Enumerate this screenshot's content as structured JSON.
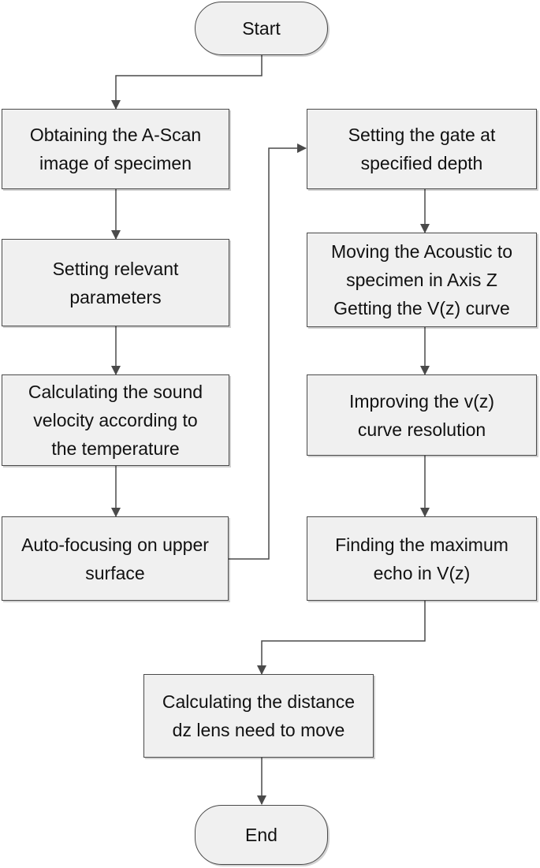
{
  "flowchart": {
    "start": "Start",
    "obtain_ascan": "Obtaining the A-Scan\nimage of specimen",
    "set_params": "Setting relevant\nparameters",
    "calc_velocity": "Calculating the sound\nvelocity according to\nthe temperature",
    "autofocus": "Auto-focusing on upper\nsurface",
    "set_gate": "Setting the gate at\nspecified  depth",
    "move_acoustic": "Moving the Acoustic to\nspecimen in Axis Z\nGetting the V(z) curve",
    "improve_vz": "Improving the v(z)\ncurve resolution",
    "find_max": "Finding the maximum\necho in V(z)",
    "calc_distance": "Calculating the distance\ndz lens need to move",
    "end": "End"
  },
  "colors": {
    "box_fill": "#f0f0f0",
    "stroke": "#4a4a4a"
  }
}
